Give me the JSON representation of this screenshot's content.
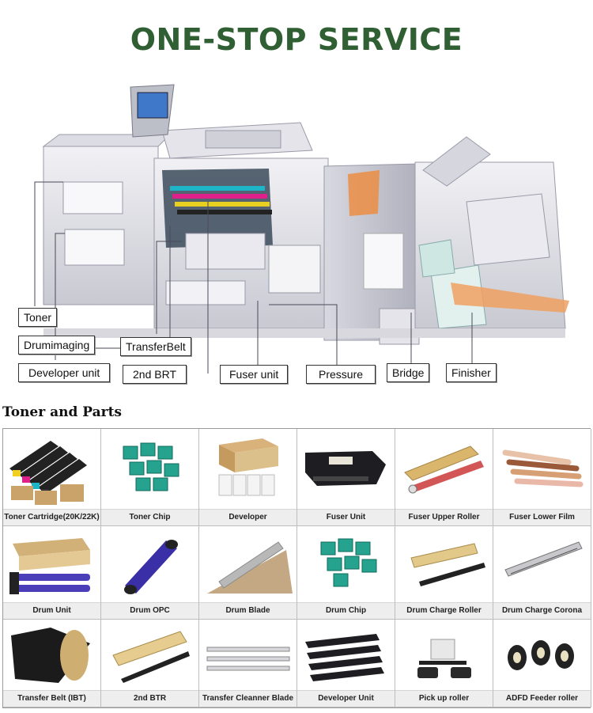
{
  "page": {
    "title": "ONE-STOP SERVICE",
    "section_title": "Toner and Parts"
  },
  "diagram": {
    "callouts": [
      "Toner",
      "Drumimaging",
      "TransferBelt",
      "Developer unit",
      "2nd BRT",
      "Fuser unit",
      "Pressure",
      "Bridge",
      "Finisher"
    ]
  },
  "parts": {
    "rows": [
      [
        "Toner Cartridge(20K/22K)",
        "Toner Chip",
        "Developer",
        "Fuser Unit",
        "Fuser Upper Roller",
        "Fuser Lower Film"
      ],
      [
        "Drum Unit",
        "Drum OPC",
        "Drum Blade",
        "Drum Chip",
        "Drum Charge Roller",
        "Drum Charge Corona"
      ],
      [
        "Transfer Belt (IBT)",
        "2nd BTR",
        "Transfer Cleanner Blade",
        "Developer Unit",
        "Pick up roller",
        "ADFD Feeder roller"
      ]
    ]
  },
  "colors": {
    "title": "#2f5f33",
    "machine_body": "#e6e6ec",
    "label_bar": "#eeeeee"
  }
}
